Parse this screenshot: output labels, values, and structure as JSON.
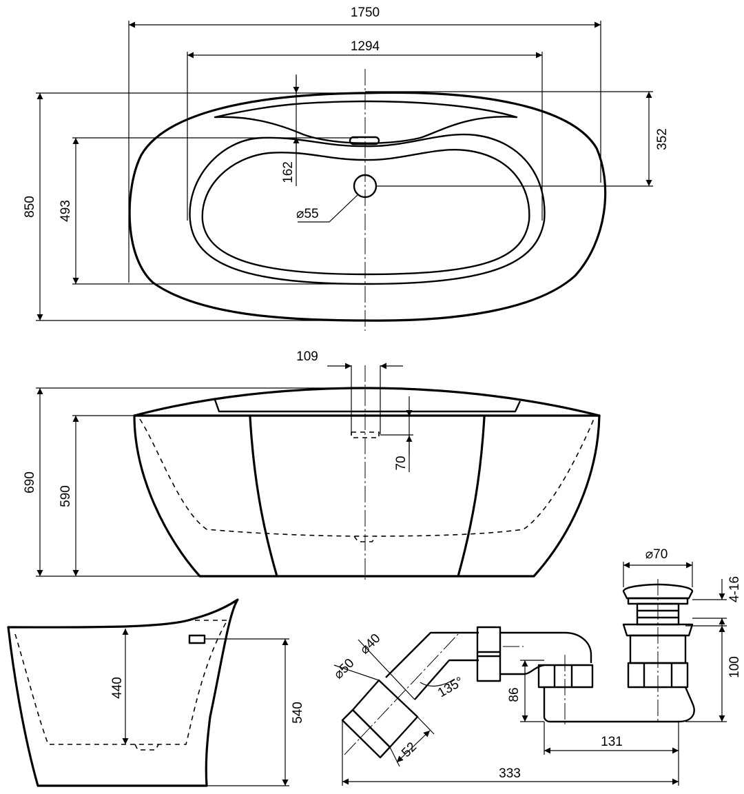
{
  "top_view": {
    "overall_length": "1750",
    "inner_length": "1294",
    "overall_width": "850",
    "inner_width": "493",
    "drain_offset": "352",
    "overflow_offset": "162",
    "drain_diameter": "⌀55"
  },
  "front_view": {
    "overflow_width": "109",
    "overall_height": "690",
    "rim_height": "590",
    "overflow_depth": "70"
  },
  "side_view": {
    "inner_depth": "440",
    "overall_height": "540"
  },
  "drain_kit": {
    "plug_diameter": "⌀70",
    "plug_adjust": "4-16",
    "pipe_inner_diameter": "⌀40",
    "pipe_outer_diameter": "⌀50",
    "elbow_angle": "135°",
    "socket_length": "52",
    "trap_height": "86",
    "body_height": "100",
    "trap_offset": "131",
    "total_length": "333"
  }
}
